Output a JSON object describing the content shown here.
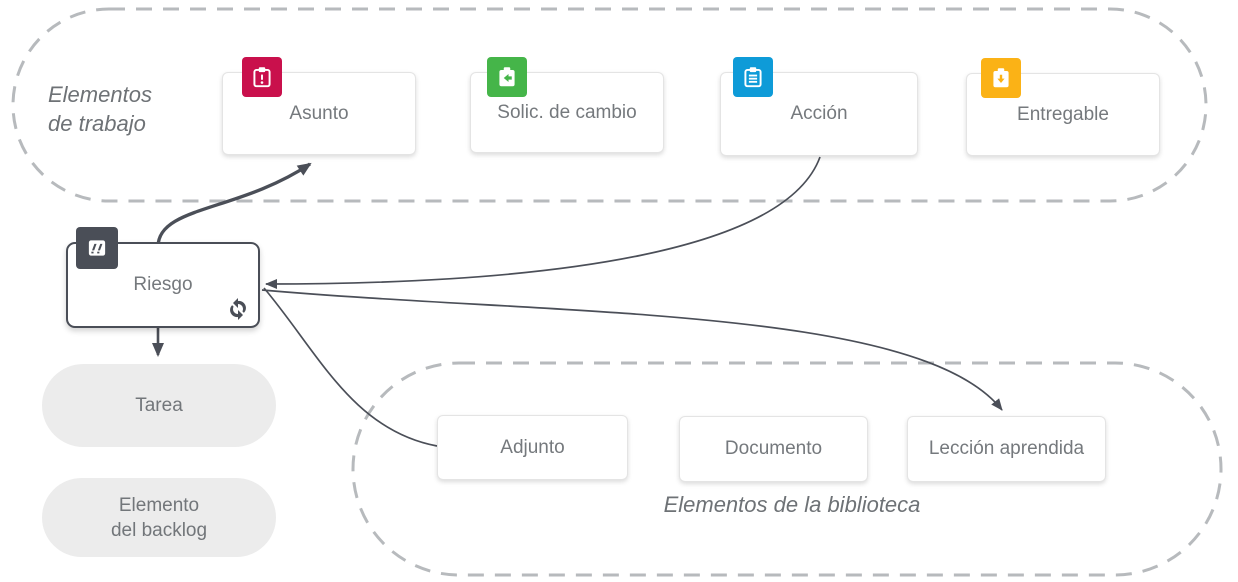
{
  "colors": {
    "arrow": "#4b4f58",
    "dashed_border": "#b7babd",
    "card_text": "#75797d",
    "group_label_text": "#6e7276",
    "risk_border": "#4a4e57",
    "pill_background": "#ececec"
  },
  "work_group": {
    "label_line1": "Elementos",
    "label_line2": "de trabajo",
    "items": [
      {
        "label": "Asunto",
        "icon": "issue-exclamation-clipboard-icon",
        "badge_color": "#c9104c"
      },
      {
        "label": "Solic. de cambio",
        "icon": "change-request-arrow-left-clipboard-icon",
        "badge_color": "#45b549"
      },
      {
        "label": "Acción",
        "icon": "action-checklist-clipboard-icon",
        "badge_color": "#0e9bd8"
      },
      {
        "label": "Entregable",
        "icon": "deliverable-arrow-down-clipboard-icon",
        "badge_color": "#fbb216"
      }
    ]
  },
  "risk_node": {
    "label": "Riesgo",
    "badge_color": "#4a4e57",
    "badge_icon": "risk-lightning-note-icon",
    "corner_icon": "sync-icon"
  },
  "gray_nodes": {
    "task": {
      "label": "Tarea"
    },
    "backlog": {
      "label_line1": "Elemento",
      "label_line2": "del backlog"
    }
  },
  "library_group": {
    "label": "Elementos de la biblioteca",
    "items": [
      {
        "label": "Adjunto"
      },
      {
        "label": "Documento"
      },
      {
        "label": "Lección aprendida"
      }
    ]
  },
  "edges": [
    {
      "from": "Riesgo",
      "to": "Asunto",
      "arrow_at": "Asunto"
    },
    {
      "from": "Acción",
      "to": "Riesgo",
      "arrow_at": "Riesgo"
    },
    {
      "from": "Adjunto",
      "to": "Riesgo",
      "arrow_at": "Riesgo"
    },
    {
      "from": "Riesgo",
      "to": "Lección aprendida",
      "arrow_at": "Lección aprendida"
    },
    {
      "from": "Riesgo",
      "to": "Tarea",
      "arrow_at": "Tarea"
    }
  ]
}
